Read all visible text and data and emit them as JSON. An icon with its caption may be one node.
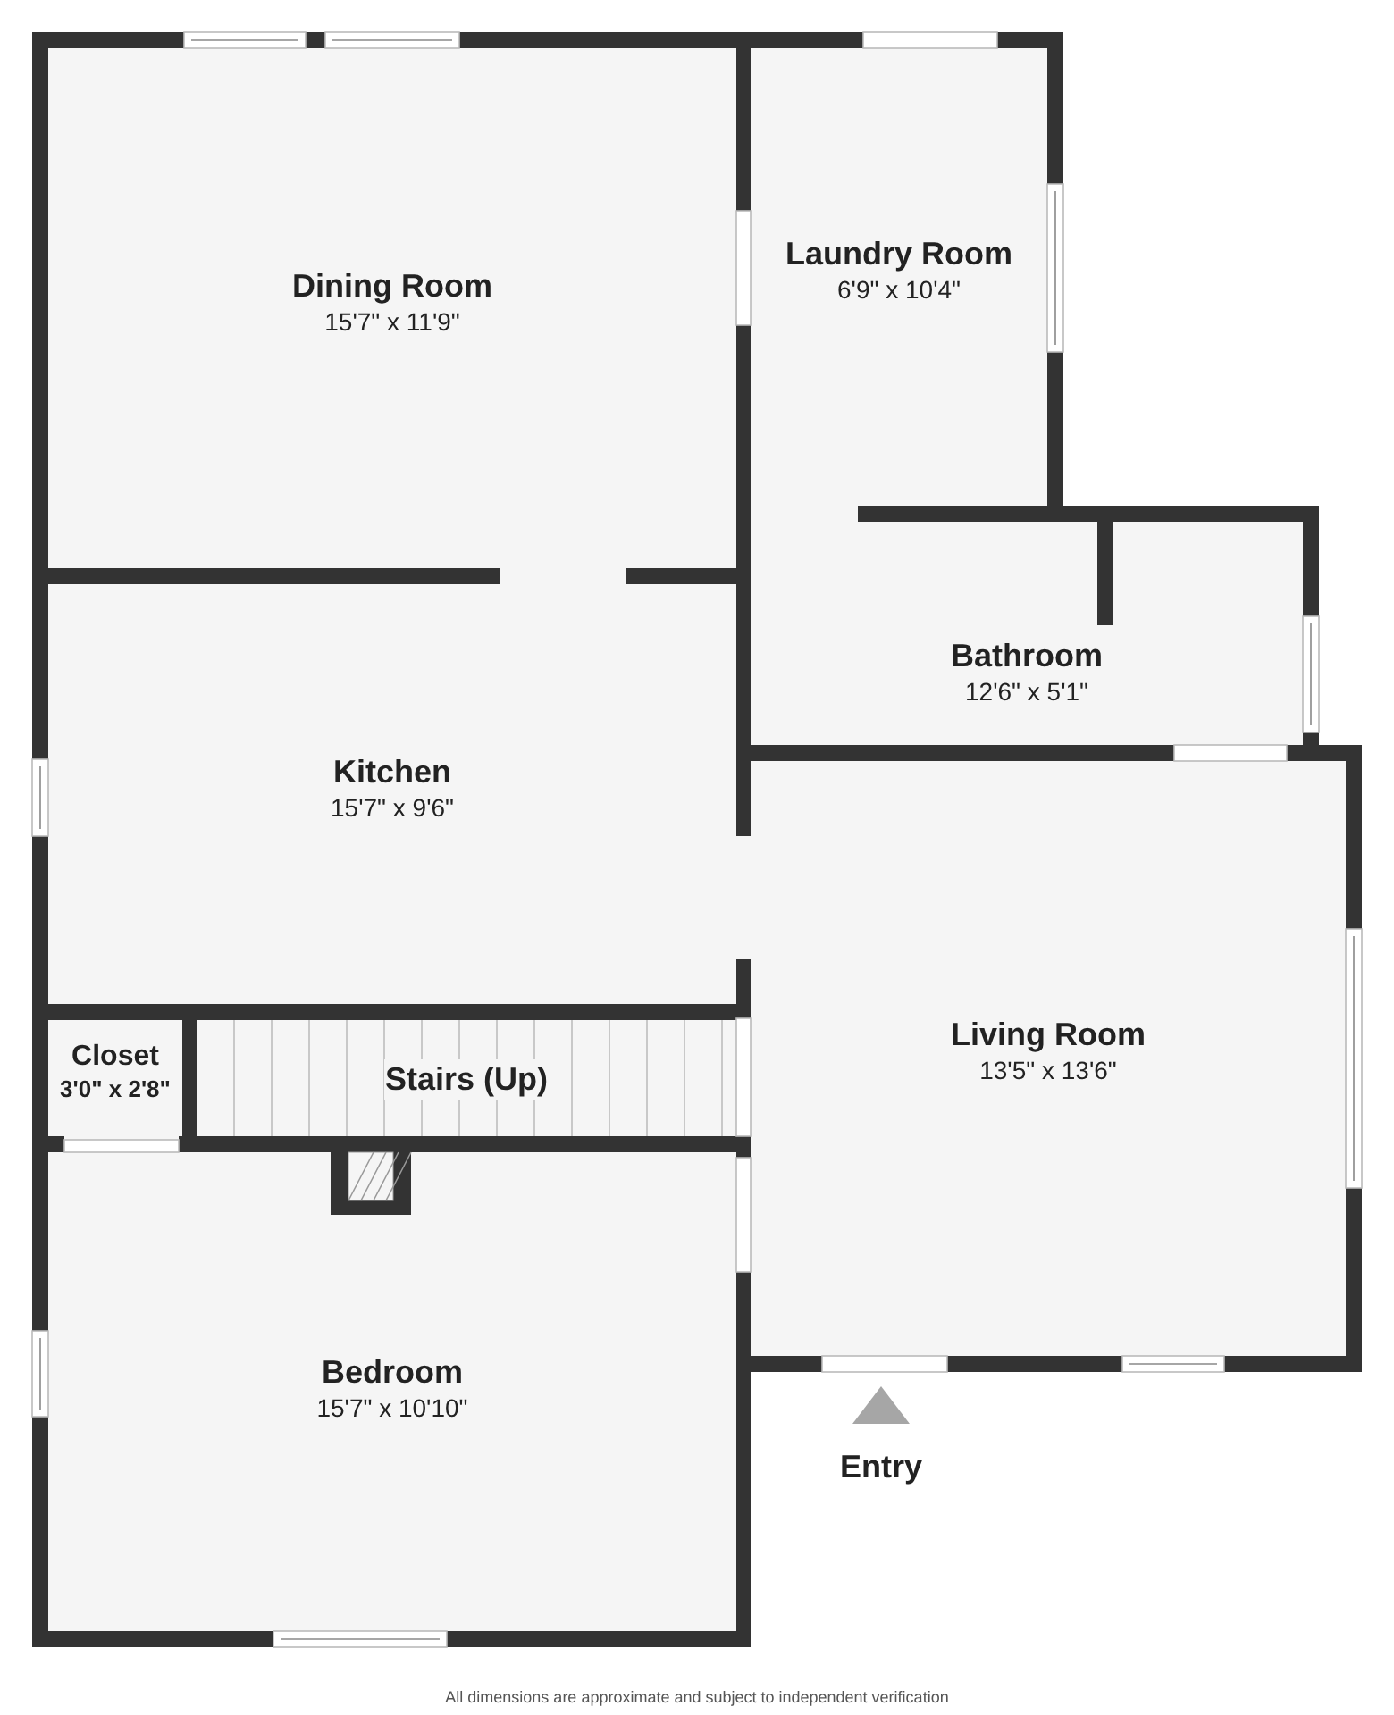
{
  "diagram": {
    "nodes": [
      {
        "text": [
          "Dining Room",
          "15'7\" x 11'9\""
        ]
      },
      {
        "text": [
          "Laundry Room",
          "6'9\" x 10'4\""
        ]
      },
      {
        "text": [
          "Bathroom",
          "12'6\" x 5'1\""
        ]
      },
      {
        "text": [
          "Kitchen",
          "15'7\" x 9'6\""
        ]
      },
      {
        "text": [
          "Closet",
          "3'0\" x 2'8\""
        ]
      },
      {
        "text": [
          "Stairs (Up)"
        ]
      },
      {
        "text": [
          "Living Room",
          "13'5\" x 13'6\""
        ]
      },
      {
        "text": [
          "Bedroom",
          "15'7\" x 10'10\""
        ]
      }
    ],
    "edges": [],
    "labels": [
      "Entry",
      "All dimensions are approximate and subject to independent verification"
    ]
  }
}
